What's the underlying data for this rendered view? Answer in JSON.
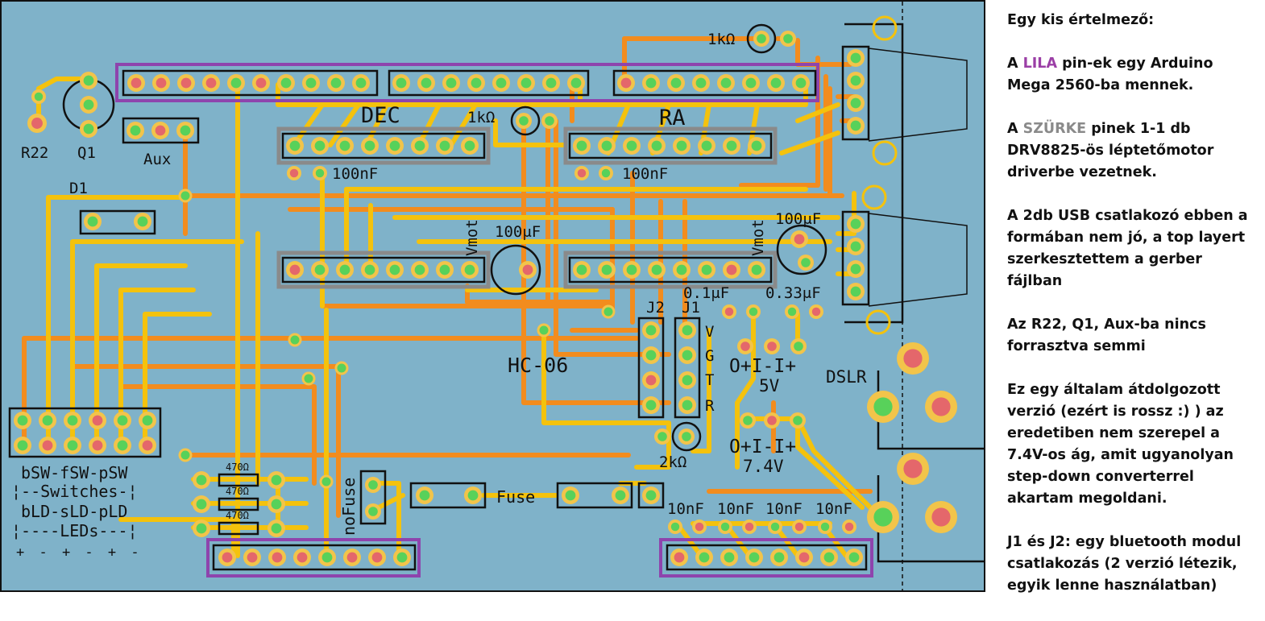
{
  "colors": {
    "board": "#7fb2c9",
    "trace_top": "#f4c20d",
    "trace_bottom": "#f28c1e",
    "pad_outer": "#f2c44a",
    "pad_inner": "#e4676b",
    "via": "#58d15a",
    "header_purple": "#8e44ad",
    "header_gray": "#8a8a8a",
    "outline": "#111111"
  },
  "board_labels": {
    "r1k_top": "1kΩ",
    "dec": "DEC",
    "ra": "RA",
    "r1k_mid": "1kΩ",
    "r22": "R22",
    "q1": "Q1",
    "aux": "Aux",
    "c100n_dec": "100nF",
    "c100n_ra": "100nF",
    "d1": "D1",
    "vmot_left": "Vmot",
    "vmot_right": "Vmot",
    "c100u_left": "100μF",
    "c100u_right": "100μF",
    "c01u": "0.1μF",
    "c033u": "0.33μF",
    "j2": "J2",
    "j1": "J1",
    "pin_v": "V",
    "pin_g": "G",
    "pin_t": "T",
    "pin_r": "R",
    "hc06": "HC-06",
    "reg5v_pins": "O+I-I+",
    "reg5v": "5V",
    "dslr": "DSLR",
    "reg74_pins": "O+I-I+",
    "reg74": "7.4V",
    "r2k": "2kΩ",
    "sw_names": "bSW-fSW-pSW",
    "sw_title": "¦--Switches-¦",
    "led_names": "bLD-sLD-pLD",
    "led_title": "¦----LEDs---¦",
    "polarity": "+ - + - + -",
    "r470_1": "470Ω",
    "r470_2": "470Ω",
    "r470_3": "470Ω",
    "nofuse": "noFuse",
    "fuse": "Fuse",
    "c10n_1": "10nF",
    "c10n_2": "10nF",
    "c10n_3": "10nF",
    "c10n_4": "10nF"
  },
  "notes": {
    "title": "Egy kis értelmező:",
    "p1_before": "A ",
    "p1_highlight": "LILA",
    "p1_after": " pin-ek egy Arduino Mega 2560-ba mennek.",
    "p2_before": "A ",
    "p2_highlight": "SZÜRKE",
    "p2_after": " pinek 1-1 db DRV8825-ös léptetőmotor driverbe vezetnek.",
    "p3": "A 2db USB csatlakozó ebben a formában nem jó, a top layert szerkesztettem a gerber fájlban",
    "p4": "Az R22, Q1, Aux-ba nincs forrasztva semmi",
    "p5": "Ez egy általam átdolgozott verzió (ezért is rossz :) ) az eredetiben nem szerepel a 7.4V-os ág, amit ugyanolyan step-down converterrel akartam megoldani.",
    "p6": "J1 és J2: egy bluetooth modul csatlakozás (2 verzió létezik, egyik lenne használatban)"
  }
}
